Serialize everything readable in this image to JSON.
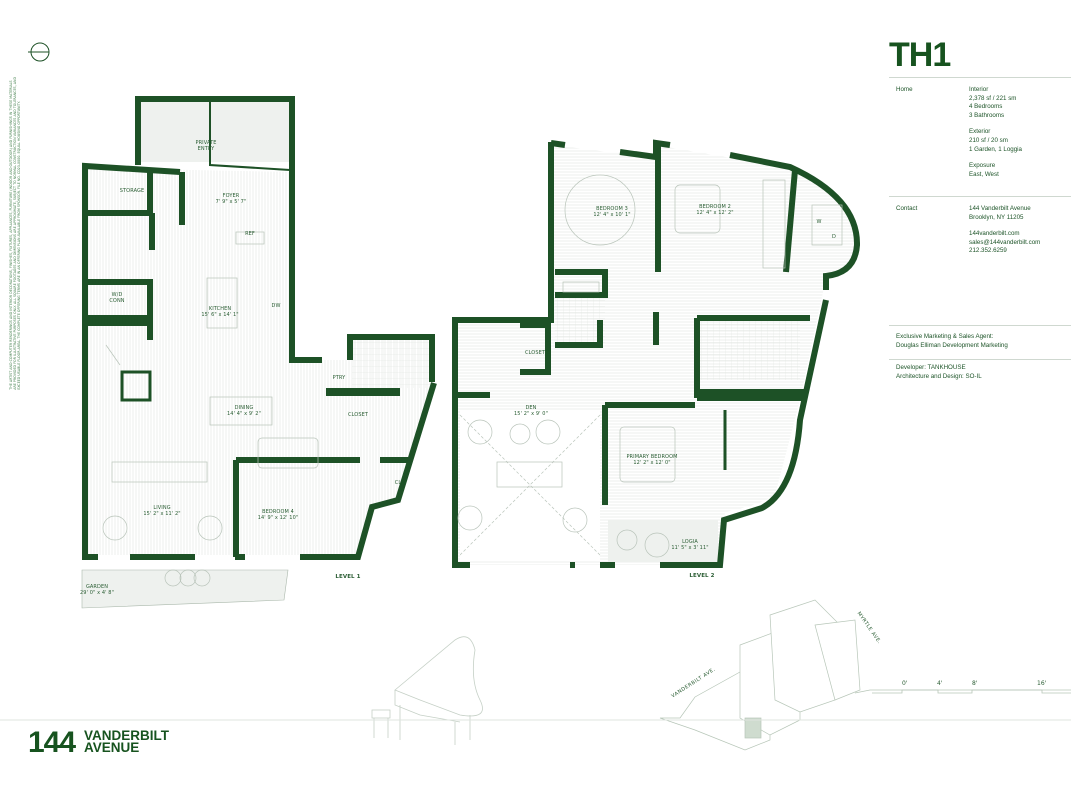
{
  "unit": {
    "name": "TH1",
    "home_label": "Home",
    "interior_heading": "Interior",
    "interior_area": "2,378 sf  / 221 sm",
    "bedrooms": "4 Bedrooms",
    "bathrooms": "3 Bathrooms",
    "exterior_heading": "Exterior",
    "exterior_area": "210 sf / 20 sm",
    "exterior_spaces": "1 Garden, 1 Loggia",
    "exposure_heading": "Exposure",
    "exposure": "East, West"
  },
  "contact": {
    "label": "Contact",
    "address_line1": "144 Vanderbilt Avenue",
    "address_line2": "Brooklyn, NY 11205",
    "website": "144vanderbilt.com",
    "email": "sales@144vanderbilt.com",
    "phone": "212.352.6259"
  },
  "marketing": {
    "line1": "Exclusive Marketing & Sales Agent:",
    "line2": "Douglas Elliman Development Marketing"
  },
  "credits": {
    "developer": "Developer: TANKHOUSE",
    "architect": "Architecture and Design: SO-IL"
  },
  "disclaimer": "THE ARTIST AND COMPUTER RENDERINGS AND INTERIOR DECORATIONS, FINISHES, FIXTURES, APPLIANCES, FURNITURE (INDOOR AND OUTDOOR) AND FURNISHINGS IN THESE MATERIALS ARE PROVIDED FOR ILLUSTRATIVE PURPOSES ONLY. ALL SQUARE FOOTAGES AND DIMENSIONS ARE APPROXIMATE, SUBJECT TO NORMAL CONSTRUCTION VARIANCES AND TOLERANCES, AND EXCEED USABLE FLOOR AREA. THE COMPLETE OFFERING TERMS ARE IN AN OFFERING PLAN AVAILABLE FROM SPONSOR. FILE NO. CD23-0000. EQUAL HOUSING OPPORTUNITY.",
  "level1": {
    "label": "LEVEL 1",
    "rooms": {
      "private_entry": "PRIVATE\nENTRY",
      "storage": "STORAGE",
      "foyer": "FOYER",
      "foyer_dim": "7' 9\" x 5' 7\"",
      "ref": "REF",
      "wd": "W/D\nCONN",
      "kitchen": "KITCHEN",
      "kitchen_dim": "15' 6\" x 14' 1\"",
      "dw": "DW",
      "ptry": "PTRY",
      "closet": "CLOSET",
      "dining": "DINING",
      "dining_dim": "14' 4\" x 9' 2\"",
      "living": "LIVING",
      "living_dim": "15' 2\" x 11' 2\"",
      "bedroom4": "BEDROOM 4",
      "bedroom4_dim": "14' 9\" x 12' 10\"",
      "cl": "CL",
      "garden": "GARDEN",
      "garden_dim": "29' 0\" x 4' 8\""
    }
  },
  "level2": {
    "label": "LEVEL 2",
    "rooms": {
      "bedroom3": "BEDROOM 3",
      "bedroom3_dim": "12' 4\" x 10' 1\"",
      "bedroom2": "BEDROOM 2",
      "bedroom2_dim": "12' 4\" x 12' 2\"",
      "w": "W",
      "d": "D",
      "closet": "CLOSET",
      "den": "DEN",
      "den_dim": "15' 2\" x 9' 0\"",
      "primary": "PRIMARY BEDROOM",
      "primary_dim": "12' 2\" x 12' 0\"",
      "logia": "LOGIA",
      "logia_dim": "11' 5\" x 3' 11\""
    }
  },
  "key_plan": {
    "street1": "VANDERBILT AVE.",
    "street2": "MYRTLE AVE."
  },
  "scale": [
    "0'",
    "4'",
    "8'",
    "16'"
  ],
  "logo": {
    "number": "144",
    "line1": "VANDERBILT",
    "line2": "AVENUE"
  },
  "colors": {
    "wall": "#1d5126",
    "accent": "#17531f",
    "floor_hatch": "#d9dfd9",
    "rule": "#cfd8d0"
  }
}
